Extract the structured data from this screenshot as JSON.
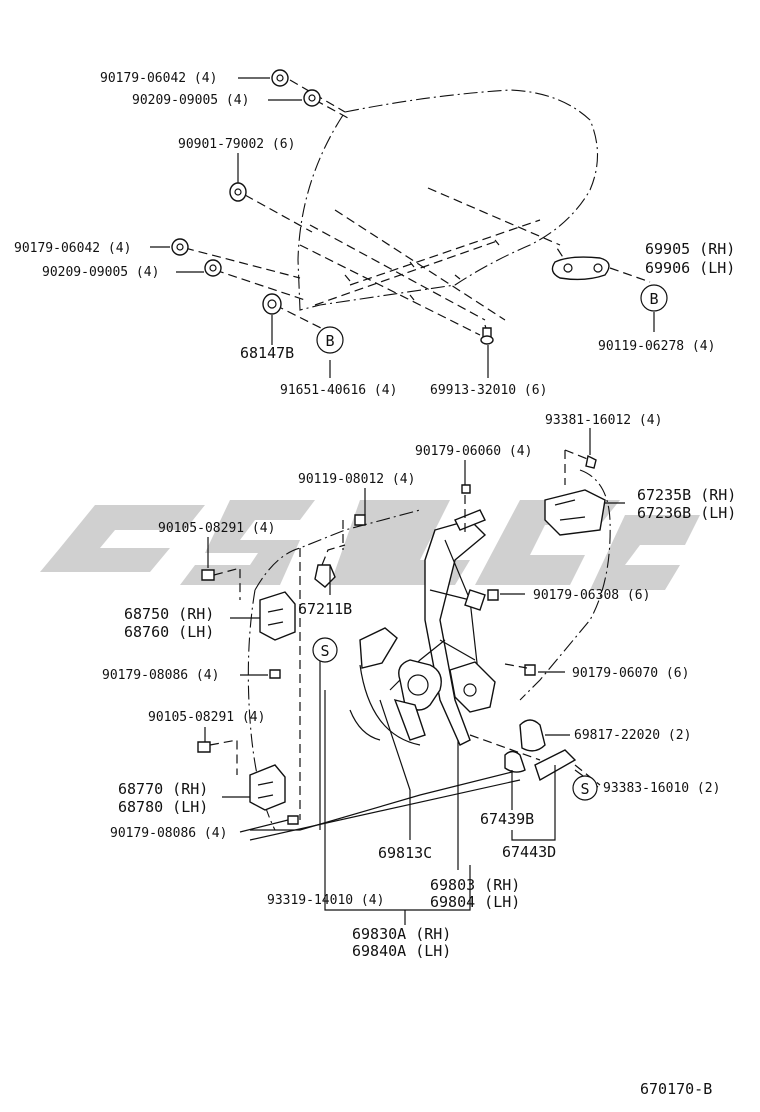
{
  "labels": {
    "p1": "90179-06042 (4)",
    "p2": "90209-09005 (4)",
    "p3": "90901-79002 (6)",
    "p4": "90179-06042 (4)",
    "p5": "90209-09005 (4)",
    "p6": "69905 (RH)",
    "p7": "69906 (LH)",
    "p8": "90119-06278 (4)",
    "p9": "68147B",
    "p10": "91651-40616 (4)",
    "p11": "69913-32010 (6)",
    "p12": "93381-16012 (4)",
    "p13": "90179-06060 (4)",
    "p14": "90119-08012 (4)",
    "p15": "67235B (RH)",
    "p16": "67236B (LH)",
    "p17": "90105-08291 (4)",
    "p18": "90179-06308 (6)",
    "p19": "68750 (RH)",
    "p20": "68760 (LH)",
    "p21": "67211B",
    "p22": "90179-08086 (4)",
    "p23": "90179-06070 (6)",
    "p24": "90105-08291 (4)",
    "p25": "69817-22020 (2)",
    "p26": "68770 (RH)",
    "p27": "68780 (LH)",
    "p28": "93383-16010 (2)",
    "p29": "90179-08086 (4)",
    "p30": "67439B",
    "p31": "67443D",
    "p32": "69813C",
    "p33": "69803 (RH)",
    "p34": "69804 (LH)",
    "p35": "93319-14010 (4)",
    "p36": "69830A (RH)",
    "p37": "69840A (LH)",
    "fig": "670170-B"
  },
  "callouts": {
    "b1": "B",
    "b2": "B",
    "s1": "S",
    "s2": "S"
  }
}
